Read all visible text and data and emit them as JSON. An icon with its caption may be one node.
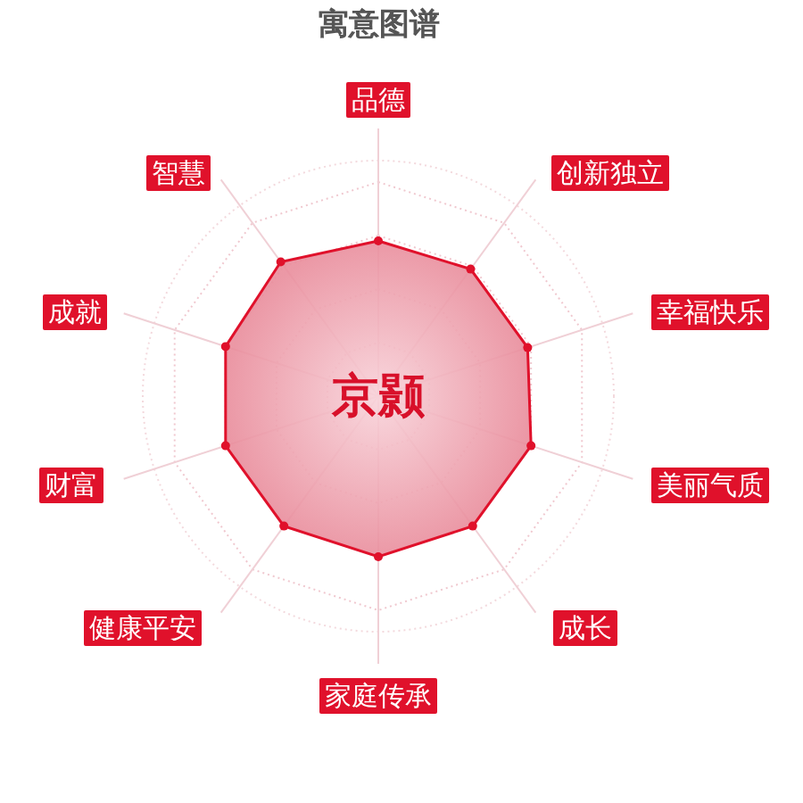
{
  "diagram": {
    "title": "寓意图谱",
    "nodes": [
      {
        "text": [
          "品德"
        ]
      },
      {
        "text": [
          "智慧"
        ]
      },
      {
        "text": [
          "创新独立"
        ]
      },
      {
        "text": [
          "成就"
        ]
      },
      {
        "text": [
          "幸福快乐"
        ]
      },
      {
        "text": [
          "财富"
        ]
      },
      {
        "text": [
          "美丽气质"
        ]
      },
      {
        "text": [
          "健康平安"
        ]
      },
      {
        "text": [
          "成长"
        ]
      },
      {
        "text": [
          "家庭传承"
        ]
      }
    ],
    "labels": [
      "京颢"
    ]
  }
}
